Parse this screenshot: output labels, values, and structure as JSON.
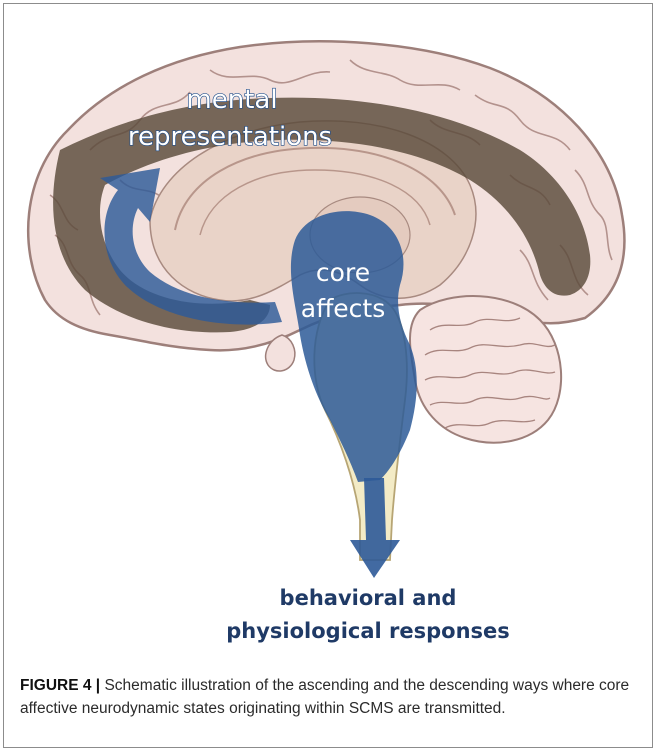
{
  "diagram": {
    "labels": {
      "mental_line1": "mental",
      "mental_line2": "representations",
      "core_line1": "core",
      "core_line2": "affects",
      "responses_line1": "behavioral and",
      "responses_line2": "physiological responses"
    },
    "colors": {
      "cortex": "#f3e1de",
      "cortex_outline": "#9d7f7a",
      "inner_brain": "#e9d3c8",
      "brainstem": "#f3ebc6",
      "cerebellum": "#f6e4e1",
      "cortical_band": "#5a4a3a",
      "pathway_blue": "#2d5a98",
      "responses_text": "#1f3a66"
    }
  },
  "caption": {
    "label": "FIGURE 4 |",
    "text": "Schematic illustration of the ascending and the descending ways where core affective neurodynamic states originating within SCMS are transmitted."
  }
}
